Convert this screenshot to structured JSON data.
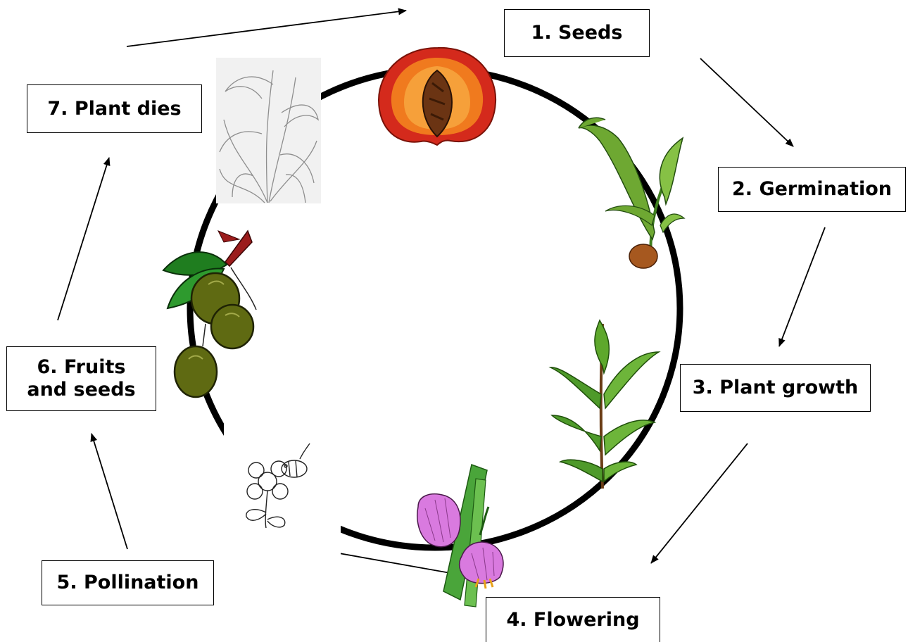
{
  "stages": [
    {
      "label": "1. Seeds"
    },
    {
      "label": "2. Germination"
    },
    {
      "label": "3. Plant growth"
    },
    {
      "label": "4. Flowering"
    },
    {
      "label": "5. Pollination"
    },
    {
      "label": "6. Fruits\nand seeds"
    },
    {
      "label": "7. Plant dies"
    }
  ],
  "colors": {
    "ring": "#000000",
    "fruit_outer": "#d42a1c",
    "fruit_mid": "#f07a1e",
    "seed": "#6b3413",
    "leaf": "#4e9a2a",
    "leaf_light": "#86c145",
    "flower": "#d97adf",
    "olive": "#5f6a12",
    "dark_leaf": "#1f7d1f",
    "stem_red": "#9b1c1c"
  }
}
